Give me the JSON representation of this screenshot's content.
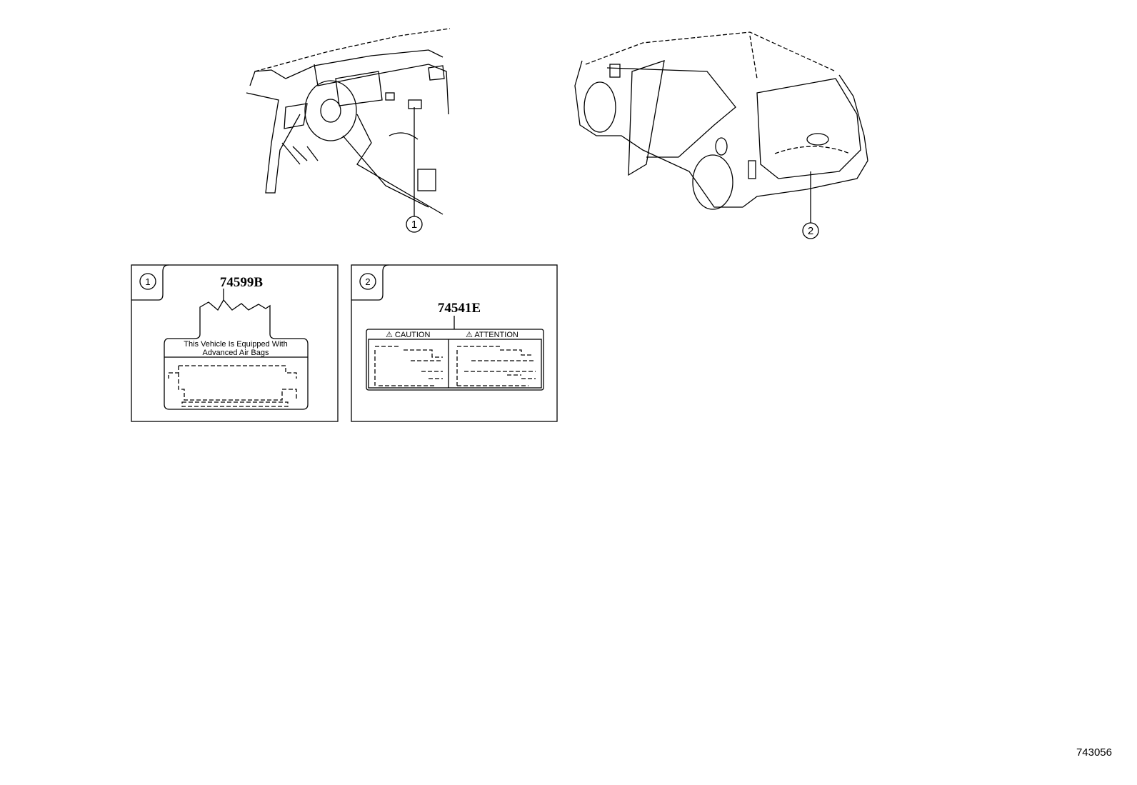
{
  "callouts": [
    {
      "number": "1",
      "part_number": "74599B",
      "label_lines": [
        "This Vehicle Is Equipped With",
        "Advanced  Air  Bags"
      ]
    },
    {
      "number": "2",
      "part_number": "74541E",
      "label_headings": [
        "CAUTION",
        "ATTENTION"
      ]
    }
  ],
  "illustration_number": "743056"
}
